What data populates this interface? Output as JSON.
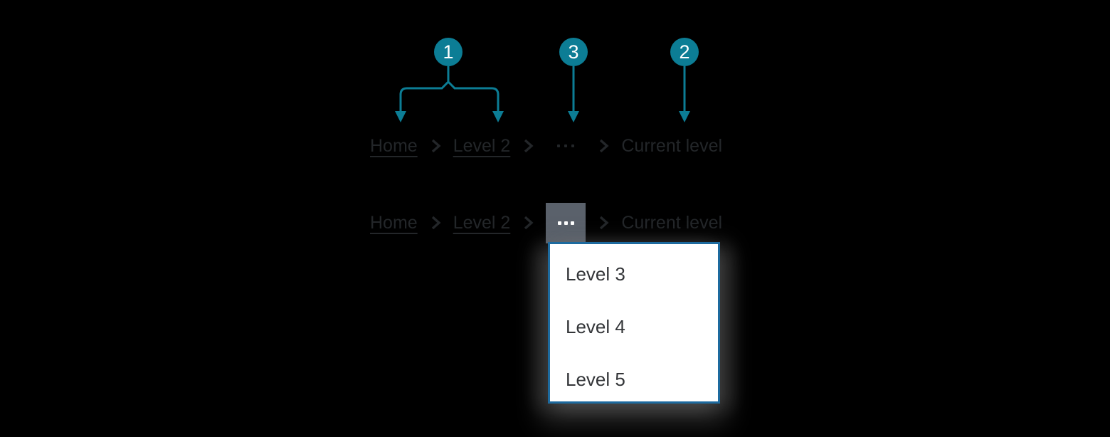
{
  "colors": {
    "background": "#000000",
    "accent_teal": "#0c7d95",
    "breadcrumb_text": "#232629",
    "ellipsis_active_bg": "#5a616b",
    "ellipsis_active_dots": "#ffffff",
    "dropdown_border": "#1d6a9e",
    "dropdown_bg": "#ffffff",
    "dropdown_text": "#333538"
  },
  "markers": {
    "one": "1",
    "three": "3",
    "two": "2"
  },
  "breadcrumb": {
    "link1": "Home",
    "link2": "Level 2",
    "current": "Current level"
  },
  "dropdown": {
    "items": [
      "Level 3",
      "Level 4",
      "Level 5"
    ]
  }
}
